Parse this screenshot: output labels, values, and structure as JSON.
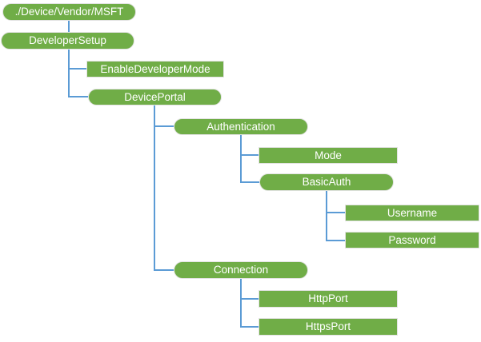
{
  "diagram": {
    "type": "tree",
    "colors": {
      "node_fill": "#70AD47",
      "node_text": "#FFFFFF",
      "connector": "#5B9BD5"
    },
    "nodes": [
      {
        "id": "device-vendor-msft",
        "label": "./Device/Vendor/MSFT",
        "shape": "pill",
        "parent": null
      },
      {
        "id": "developer-setup",
        "label": "DeveloperSetup",
        "shape": "pill",
        "parent": "device-vendor-msft"
      },
      {
        "id": "enable-developer-mode",
        "label": "EnableDeveloperMode",
        "shape": "rect",
        "parent": "developer-setup"
      },
      {
        "id": "device-portal",
        "label": "DevicePortal",
        "shape": "pill",
        "parent": "developer-setup"
      },
      {
        "id": "authentication",
        "label": "Authentication",
        "shape": "pill",
        "parent": "device-portal"
      },
      {
        "id": "mode",
        "label": "Mode",
        "shape": "rect",
        "parent": "authentication"
      },
      {
        "id": "basic-auth",
        "label": "BasicAuth",
        "shape": "pill",
        "parent": "authentication"
      },
      {
        "id": "username",
        "label": "Username",
        "shape": "rect",
        "parent": "basic-auth"
      },
      {
        "id": "password",
        "label": "Password",
        "shape": "rect",
        "parent": "basic-auth"
      },
      {
        "id": "connection",
        "label": "Connection",
        "shape": "pill",
        "parent": "device-portal"
      },
      {
        "id": "http-port",
        "label": "HttpPort",
        "shape": "rect",
        "parent": "connection"
      },
      {
        "id": "https-port",
        "label": "HttpsPort",
        "shape": "rect",
        "parent": "connection"
      }
    ]
  }
}
